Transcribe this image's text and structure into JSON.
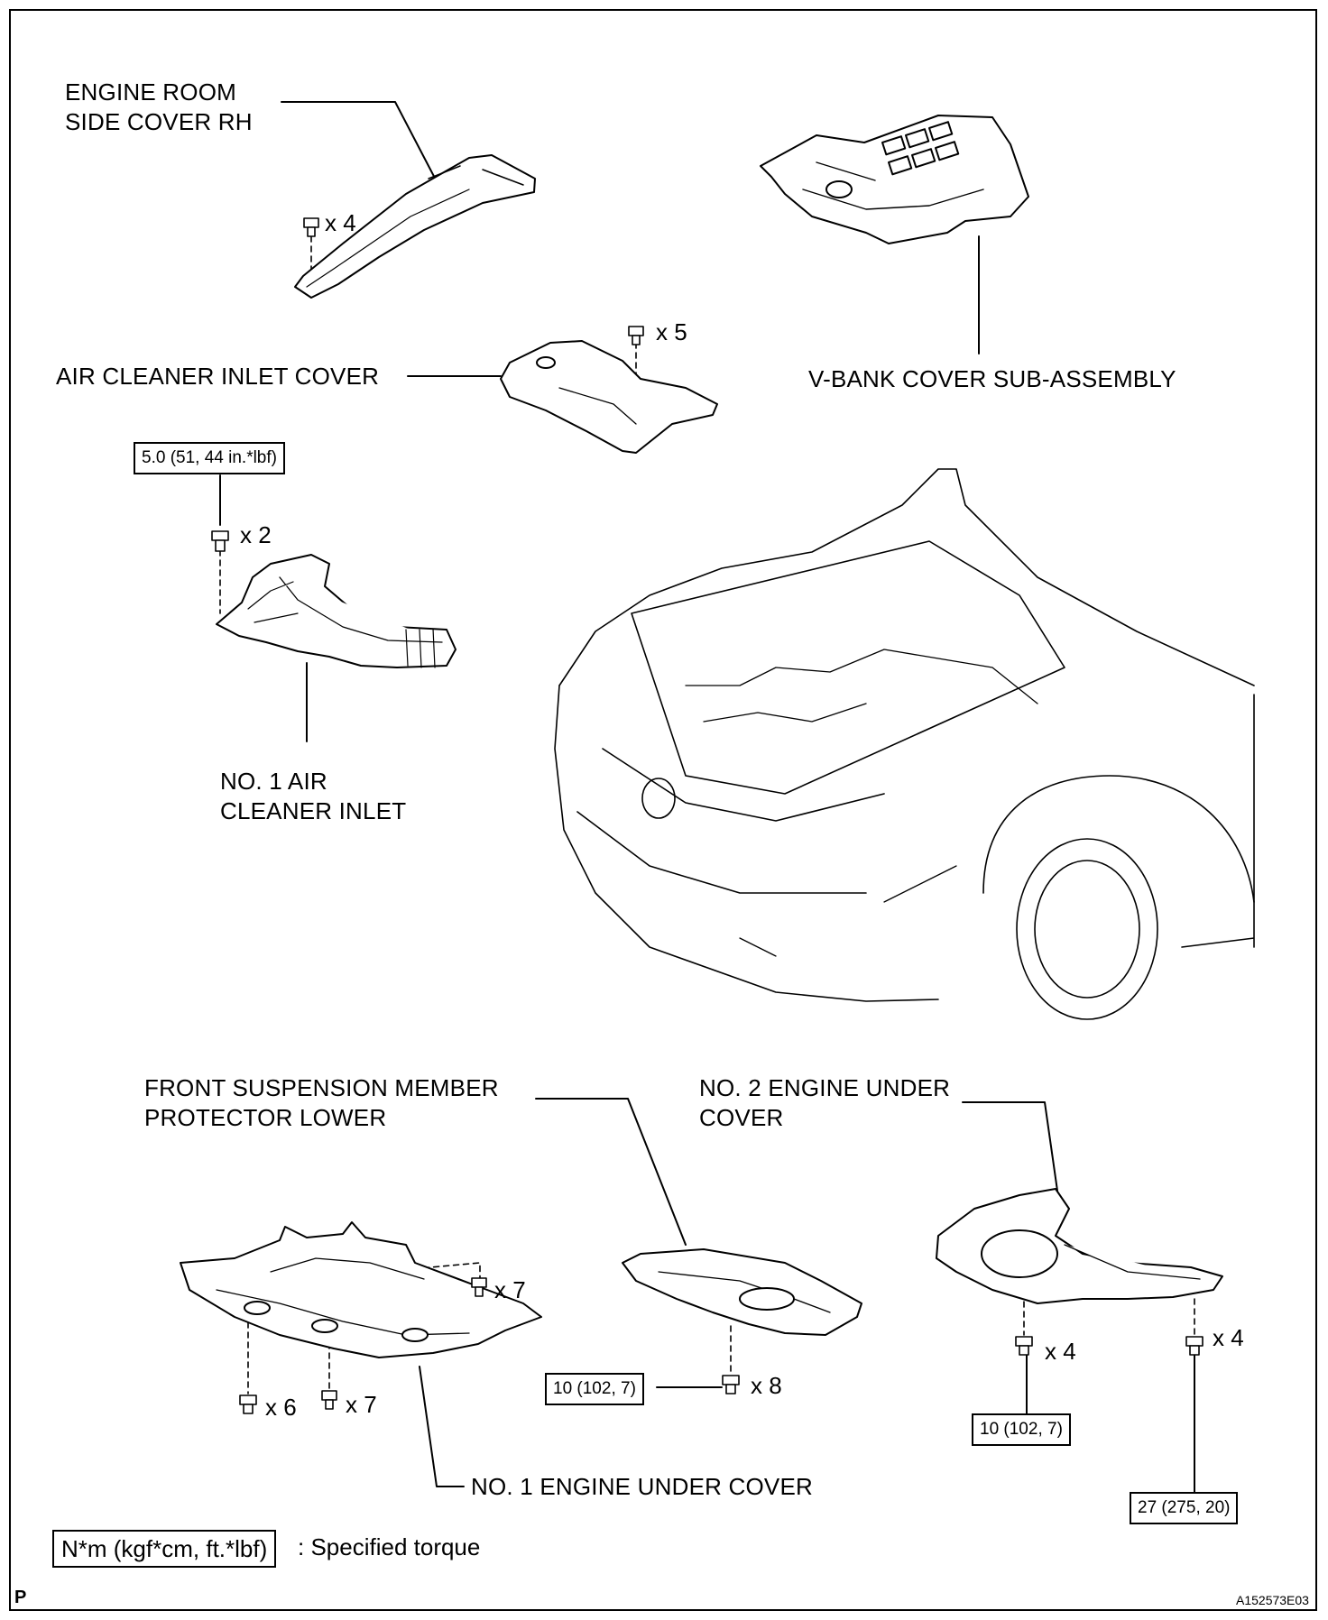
{
  "labels": {
    "engine_room_side_cover_rh_line1": "ENGINE ROOM",
    "engine_room_side_cover_rh_line2": "SIDE COVER RH",
    "air_cleaner_inlet_cover": "AIR CLEANER INLET COVER",
    "v_bank_cover": "V-BANK COVER SUB-ASSEMBLY",
    "no1_air_cleaner_inlet_line1": "NO. 1 AIR",
    "no1_air_cleaner_inlet_line2": "CLEANER INLET",
    "front_suspension_line1": "FRONT SUSPENSION MEMBER",
    "front_suspension_line2": "PROTECTOR LOWER",
    "no2_engine_under_cover_line1": "NO. 2 ENGINE UNDER",
    "no2_engine_under_cover_line2": "COVER",
    "no1_engine_under_cover": "NO. 1 ENGINE UNDER COVER"
  },
  "quantities": {
    "side_cover": "x 4",
    "inlet_cover": "x 5",
    "air_inlet": "x 2",
    "front_susp": "x 8",
    "under_cover1_a": "x 7",
    "under_cover1_b": "x 6",
    "under_cover1_c": "x 7",
    "under_cover2_a": "x 4",
    "under_cover2_b": "x 4"
  },
  "torques": {
    "air_inlet": "5.0 (51, 44 in.*lbf)",
    "front_susp": "10 (102, 7)",
    "under_cover2_a": "10 (102, 7)",
    "under_cover2_b": "27 (275, 20)"
  },
  "legend": {
    "unit": "N*m (kgf*cm, ft.*lbf)",
    "description": ": Specified torque"
  },
  "footer": {
    "page_mark": "P",
    "figure_id": "A152573E03"
  }
}
